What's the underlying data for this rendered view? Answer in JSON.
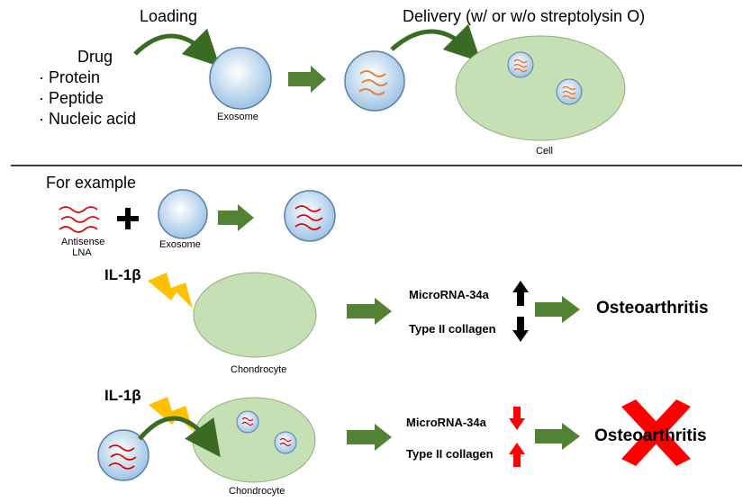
{
  "top": {
    "loading_label": "Loading",
    "delivery_label": "Delivery (w/ or w/o streptolysin O)",
    "drug_label": "Drug",
    "drug_items": [
      "· Protein",
      "· Peptide",
      "· Nucleic acid"
    ],
    "exosome_label": "Exosome",
    "cell_label": "Cell"
  },
  "bottom": {
    "example_label": "For example",
    "antisense_label_1": "Antisense",
    "antisense_label_2": "LNA",
    "exosome_label": "Exosome",
    "il1b_label": "IL-1β",
    "chondrocyte_label": "Chondrocyte",
    "microrna_label": "MicroRNA-34a",
    "collagen_label": "Type II collagen",
    "osteo_label": "Osteoarthritis"
  },
  "colors": {
    "exosome_fill": "#bdd7ee",
    "cell_fill": "#c5e0b4",
    "arrow_green": "#548235",
    "rna_orange": "#ed7d31",
    "rna_red": "#e00000",
    "lightning": "#ffc000",
    "cross_red": "#ff0000"
  }
}
